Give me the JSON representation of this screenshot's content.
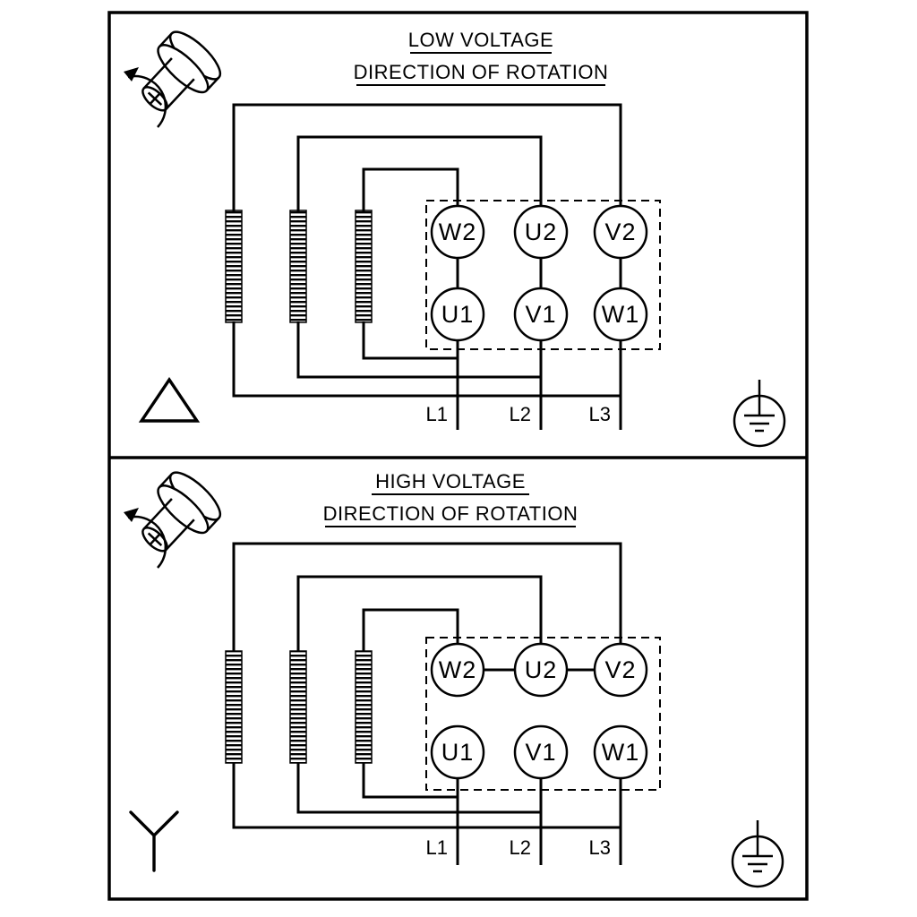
{
  "diagram": {
    "kind": "motor-terminal-wiring-diagram",
    "background": "#ffffff",
    "ink": "#000000",
    "panels": [
      {
        "id": "low-voltage",
        "title": "LOW VOLTAGE",
        "subtitle": "DIRECTION OF ROTATION",
        "connection": "delta",
        "icons": {
          "rotation": "motor-shaft-rotation-icon",
          "connection": "delta-connection-symbol",
          "earth": "protective-earth-icon"
        },
        "terminals": {
          "top": [
            "W2",
            "U2",
            "V2"
          ],
          "bottom": [
            "U1",
            "V1",
            "W1"
          ]
        },
        "lines": [
          "L1",
          "L2",
          "L3"
        ]
      },
      {
        "id": "high-voltage",
        "title": "HIGH VOLTAGE",
        "subtitle": "DIRECTION OF ROTATION",
        "connection": "star",
        "icons": {
          "rotation": "motor-shaft-rotation-icon",
          "connection": "star-connection-symbol",
          "earth": "protective-earth-icon"
        },
        "terminals": {
          "top": [
            "W2",
            "U2",
            "V2"
          ],
          "bottom": [
            "U1",
            "V1",
            "W1"
          ]
        },
        "lines": [
          "L1",
          "L2",
          "L3"
        ]
      }
    ]
  }
}
